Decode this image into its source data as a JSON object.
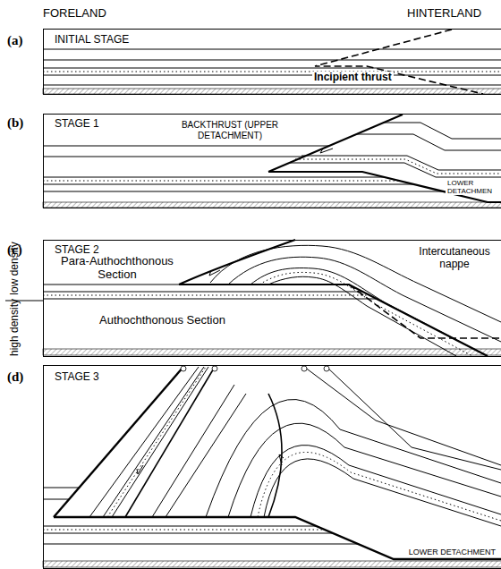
{
  "diagram": {
    "nodes": [
      {
        "text": [
          "INITIAL STAGE",
          "Incipient thrust"
        ]
      },
      {
        "text": [
          "STAGE 1",
          "BACKTHRUST (UPPER DETACHMENT)",
          "LOWER DETACHMEN"
        ]
      },
      {
        "text": [
          "STAGE 2",
          "Para-Authochthonous Section",
          "Intercutaneous nappe",
          "Authochthonous Section"
        ]
      },
      {
        "text": [
          "STAGE 3",
          "LOWER DETACHMENT"
        ]
      }
    ],
    "labels": [
      "FORELAND",
      "HINTERLAND",
      "(a)",
      "(b)",
      "(c)",
      "(d)",
      "low density",
      "high density"
    ]
  }
}
